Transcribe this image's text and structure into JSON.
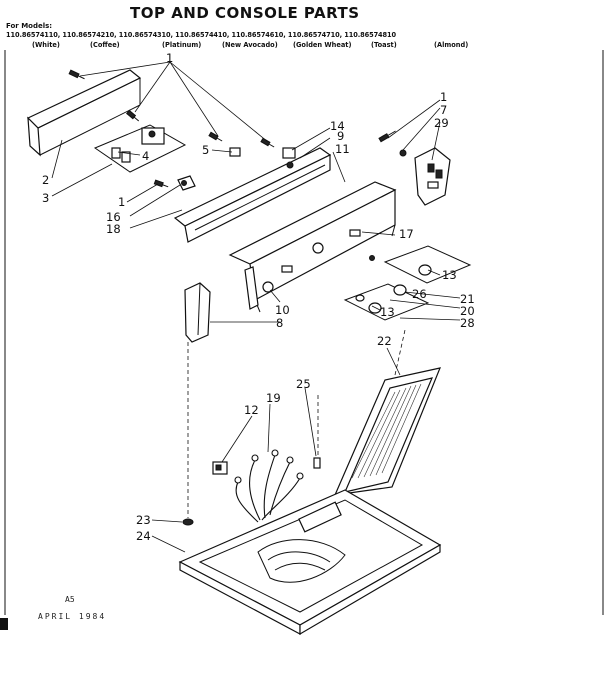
{
  "title": "TOP AND CONSOLE PARTS",
  "for_models_label": "For Models:",
  "models": "110.86574110, 110.86574210, 110.86574310, 110.86574410, 110.86574610, 110.86574710, 110.86574810",
  "colors": [
    "(White)",
    "(Coffee)",
    "(Platinum)",
    "(New Avocado)",
    "(Golden Wheat)",
    "(Toast)",
    "(Almond)"
  ],
  "corner_code": "A5",
  "date": "APRIL 1984",
  "part_numbers": {
    "p1a": "1",
    "p1b": "1",
    "p1c": "1",
    "p2": "2",
    "p3": "3",
    "p4": "4",
    "p5": "5",
    "p7": "7",
    "p8": "8",
    "p9": "9",
    "p10": "10",
    "p11": "11",
    "p12": "12",
    "p13a": "13",
    "p13b": "13",
    "p14": "14",
    "p16": "16",
    "p17": "17",
    "p18": "18",
    "p19": "19",
    "p20": "20",
    "p21": "21",
    "p22": "22",
    "p23": "23",
    "p24": "24",
    "p25": "25",
    "p26": "26",
    "p28": "28",
    "p29": "29"
  }
}
